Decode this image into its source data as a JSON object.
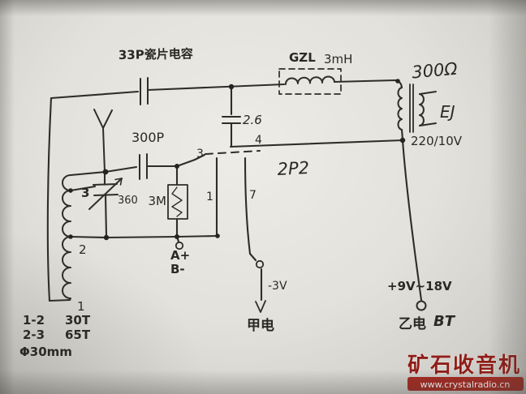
{
  "labels": {
    "cap_top": "33P瓷片电容",
    "choke_name": "GZL",
    "choke_value": "3mH",
    "resistance_300": "300Ω",
    "earphone": "EJ",
    "transformer": "220/10V",
    "cap_26": "2.6",
    "cap_300p": "300P",
    "tube": "2P2",
    "tube_pin3": "3",
    "tube_pin4": "4",
    "tube_pin1": "1",
    "tube_pin7": "7",
    "resistor_3m": "3M",
    "tuning_cap": "360",
    "coil_tap3": "3",
    "coil_tap2": "2",
    "coil_tap1": "1",
    "battery_a_plus": "A+",
    "battery_b_minus": "B-",
    "filament_voltage": "-3V",
    "battery_a": "甲电",
    "b_voltage": "+9V~18V",
    "battery_b": "乙电",
    "battery_b_bt": "BT"
  },
  "notes": {
    "winding_1_2": "1-2",
    "winding_1_2_turns": "30T",
    "winding_2_3": "2-3",
    "winding_2_3_turns": "65T",
    "coil_diameter": "Φ30mm"
  },
  "watermark": {
    "title": "矿石收音机",
    "url": "www.crystalradio.cn"
  }
}
